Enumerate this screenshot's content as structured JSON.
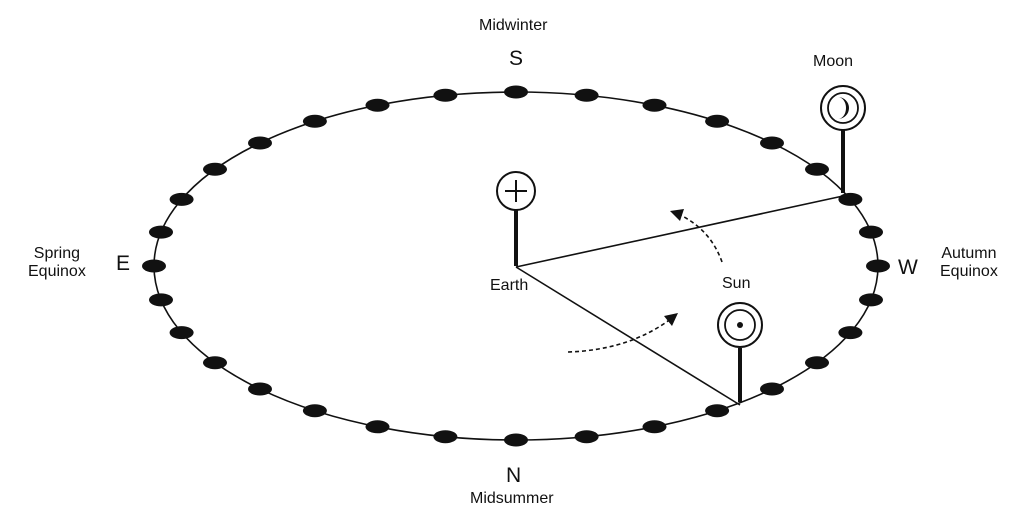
{
  "directions": {
    "south": "S",
    "north": "N",
    "east": "E",
    "west": "W"
  },
  "seasons": {
    "top": "Midwinter",
    "bottom": "Midsummer",
    "left_line1": "Spring",
    "left_line2": "Equinox",
    "right_line1": "Autumn",
    "right_line2": "Equinox"
  },
  "bodies": {
    "earth": "Earth",
    "sun": "Sun",
    "moon": "Moon"
  },
  "stones": {
    "count": 32
  },
  "colors": {
    "ink": "#111111",
    "background": "#ffffff"
  },
  "icons": {
    "earth": "circle-with-cross",
    "sun": "circle-with-dot",
    "moon": "circle-with-crescent"
  }
}
